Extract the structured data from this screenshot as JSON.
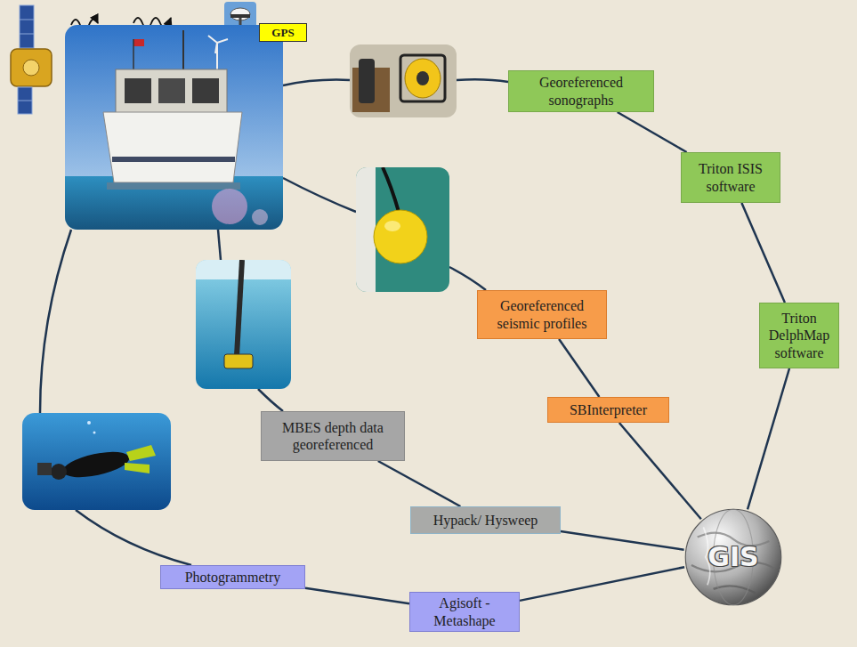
{
  "diagram": {
    "nodes": [
      {
        "text": [
          "GPS"
        ]
      },
      {
        "text": [
          "Georeferenced sonographs"
        ]
      },
      {
        "text": [
          "Triton ISIS software"
        ]
      },
      {
        "text": [
          "Triton DelphMap software"
        ]
      },
      {
        "text": [
          "Georeferenced seismic profiles"
        ]
      },
      {
        "text": [
          "SBInterpreter"
        ]
      },
      {
        "text": [
          "MBES depth data georeferenced"
        ]
      },
      {
        "text": [
          "Hypack/ Hysweep"
        ]
      },
      {
        "text": [
          "Photogrammetry"
        ]
      },
      {
        "text": [
          "Agisoft - Metashape"
        ]
      },
      {
        "text": [
          "GIS"
        ]
      }
    ],
    "edges": [
      {
        "from": 1,
        "to": 2,
        "arrow": "none"
      },
      {
        "from": 2,
        "to": 3,
        "arrow": "none"
      },
      {
        "from": 3,
        "to": 10,
        "arrow": "none"
      },
      {
        "from": 4,
        "to": 5,
        "arrow": "none"
      },
      {
        "from": 5,
        "to": 10,
        "arrow": "none"
      },
      {
        "from": 6,
        "to": 7,
        "arrow": "none"
      },
      {
        "from": 7,
        "to": 10,
        "arrow": "none"
      },
      {
        "from": 8,
        "to": 9,
        "arrow": "none"
      },
      {
        "from": 9,
        "to": 10,
        "arrow": "none"
      }
    ]
  }
}
